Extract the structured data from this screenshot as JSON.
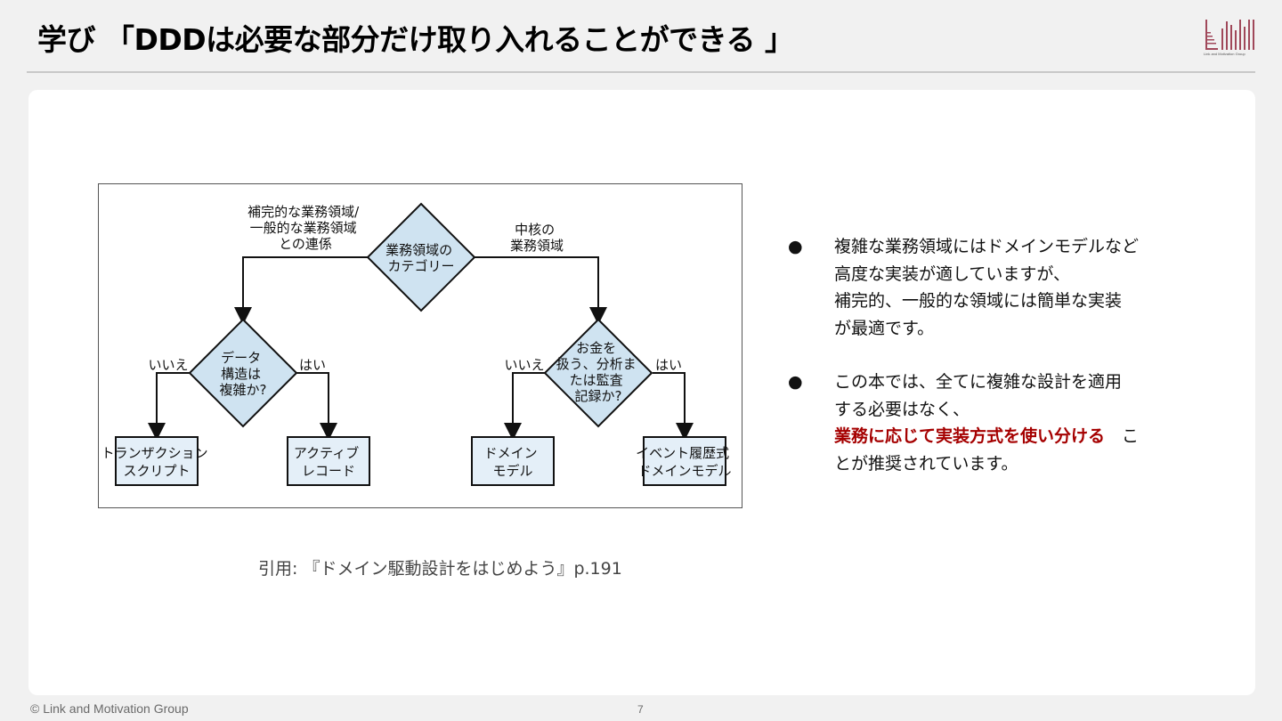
{
  "slide": {
    "title": "学び 「DDDは必要な部分だけ取り入れることができる 」",
    "logo_caption": "Link and Motivation Group",
    "page_number": "7",
    "footer": "© Link and Motivation Group",
    "brand_color": "#a0485a"
  },
  "figure": {
    "root": [
      "業務領域の",
      "カテゴリー"
    ],
    "left_branch_label": [
      "補完的な業務領域/",
      "一般的な業務領域",
      "との連係"
    ],
    "right_branch_label": [
      "中核の",
      "業務領域"
    ],
    "left_decision": [
      "データ",
      "構造は",
      "複雑か?"
    ],
    "right_decision": [
      "お金を",
      "扱う、分析ま",
      "たは監査",
      "記録か?"
    ],
    "no_label": "いいえ",
    "yes_label": "はい",
    "leaf_1": [
      "トランザクション",
      "スクリプト"
    ],
    "leaf_2": [
      "アクティブ",
      "レコード"
    ],
    "leaf_3": [
      "ドメイン",
      "モデル"
    ],
    "leaf_4": [
      "イベント履歴式",
      "ドメインモデル"
    ],
    "diamond_fill": "#cfe3f1",
    "box_fill": "#e4eff8"
  },
  "caption": "引用: 『ドメイン駆動設計をはじめよう』p.191",
  "bullets": [
    {
      "marker": "●",
      "lines": [
        "複雑な業務領域にはドメインモデルなど",
        "高度な実装が適していますが、",
        "補完的、一般的な領域には簡単な実装",
        "が最適です。"
      ]
    },
    {
      "marker": "●",
      "lines": [
        "この本では、全てに複雑な設計を適用",
        "する必要はなく、"
      ],
      "emphasis": "業務に応じて実装方式を使い分ける",
      "emphasis_suffix": "　こ",
      "last_line": "とが推奨されています。",
      "emphasis_color": "#a50000"
    }
  ]
}
